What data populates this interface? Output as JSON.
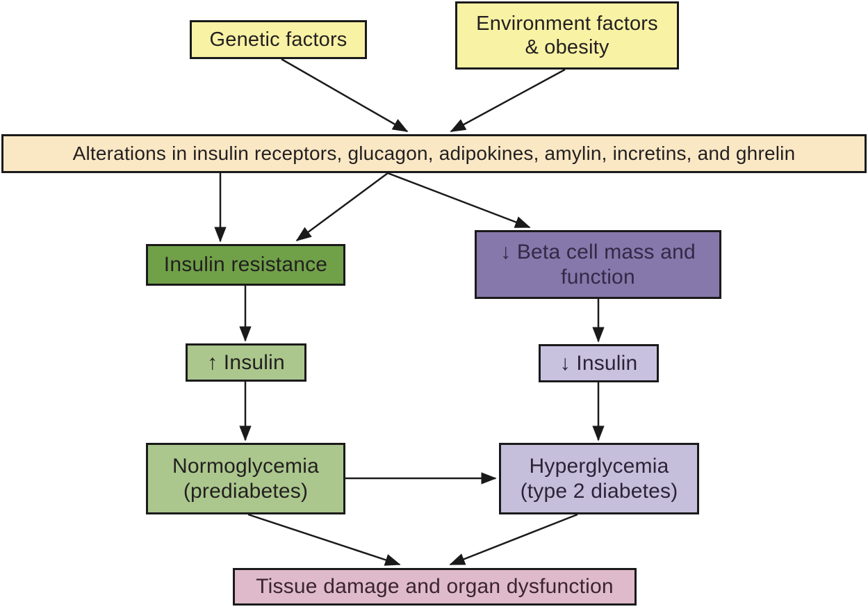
{
  "diagram": {
    "description": "Flowchart of pathogenesis of type 2 diabetes",
    "colors": {
      "box_yellow": "#F8F2A4",
      "box_cream": "#FAE8C5",
      "box_green_dark": "#70A149",
      "box_green_light": "#ABC78D",
      "box_purple_dark": "#8678AA",
      "box_purple_light": "#C9C2DF",
      "box_pink": "#DFBACB",
      "border": "#1A1A1A",
      "arrow": "#1A1A1A",
      "text": "#231F20"
    },
    "nodes": {
      "genetic": {
        "label": "Genetic factors",
        "fill": "#F8F2A4"
      },
      "environment": {
        "line1": "Environment factors",
        "line2": "& obesity",
        "fill": "#F8F2A4"
      },
      "alterations": {
        "label": "Alterations in insulin receptors, glucagon, adipokines, amylin, incretins, and ghrelin",
        "fill": "#FAE8C5"
      },
      "insulin_resistance": {
        "label": "Insulin resistance",
        "fill": "#70A149"
      },
      "beta_cell": {
        "line1": "↓ Beta cell mass and",
        "line2": "function",
        "fill": "#8678AA"
      },
      "up_insulin": {
        "label": "↑ Insulin",
        "fill": "#ABC78D"
      },
      "down_insulin": {
        "label": "↓ Insulin",
        "fill": "#C9C2DF"
      },
      "normoglycemia": {
        "line1": "Normoglycemia",
        "line2": "(prediabetes)",
        "fill": "#ABC78D"
      },
      "hyperglycemia": {
        "line1": "Hyperglycemia",
        "line2": "(type 2 diabetes)",
        "fill": "#C6BFDB"
      },
      "tissue": {
        "label": "Tissue damage and organ dysfunction",
        "fill": "#DFBACB"
      }
    },
    "edges": [
      {
        "from": "genetic",
        "to": "alterations"
      },
      {
        "from": "environment",
        "to": "alterations"
      },
      {
        "from": "alterations",
        "to": "insulin_resistance"
      },
      {
        "from": "alterations",
        "to": "insulin_resistance"
      },
      {
        "from": "alterations",
        "to": "beta_cell"
      },
      {
        "from": "insulin_resistance",
        "to": "up_insulin"
      },
      {
        "from": "up_insulin",
        "to": "normoglycemia"
      },
      {
        "from": "beta_cell",
        "to": "down_insulin"
      },
      {
        "from": "down_insulin",
        "to": "hyperglycemia"
      },
      {
        "from": "normoglycemia",
        "to": "hyperglycemia"
      },
      {
        "from": "normoglycemia",
        "to": "tissue"
      },
      {
        "from": "hyperglycemia",
        "to": "tissue"
      }
    ]
  }
}
